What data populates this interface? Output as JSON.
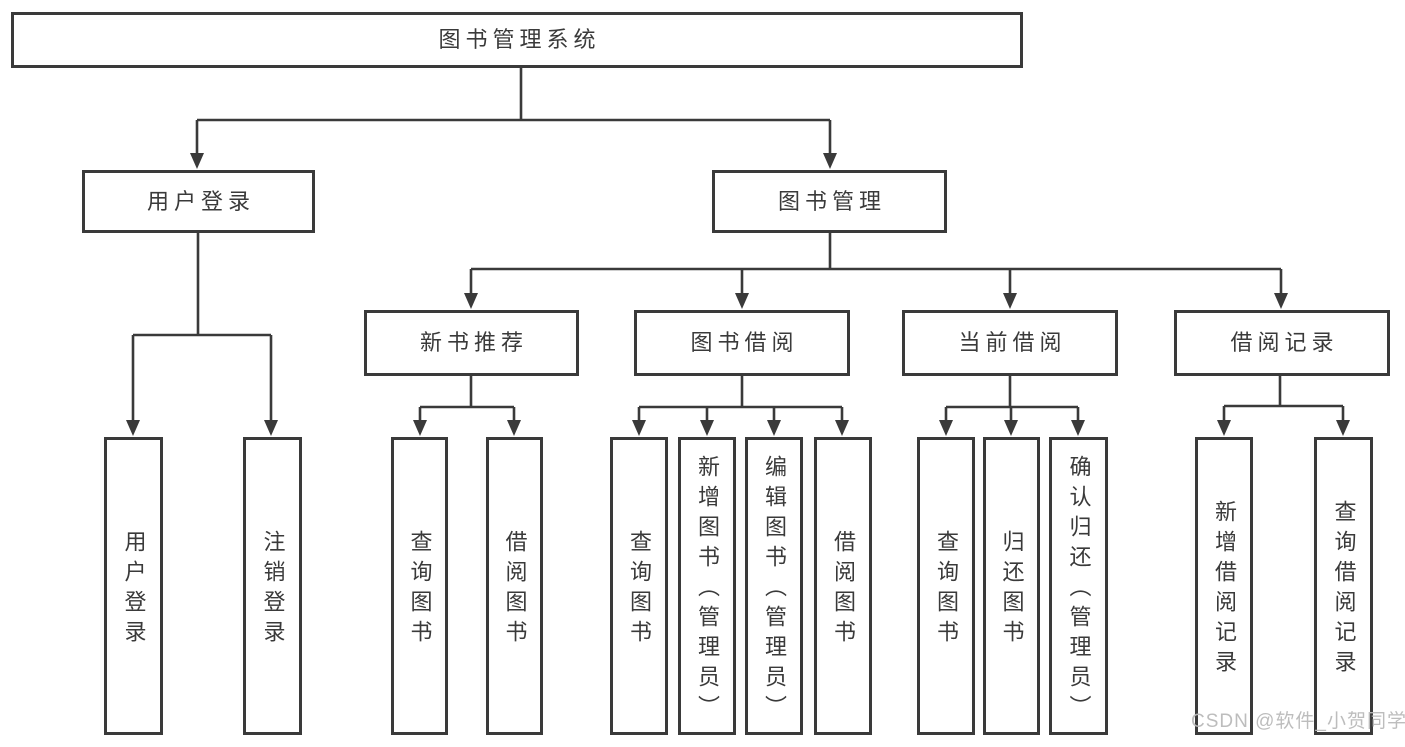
{
  "diagram": {
    "root": {
      "label": "图书管理系统"
    },
    "level2": [
      {
        "label": "用户登录"
      },
      {
        "label": "图书管理"
      }
    ],
    "level3": [
      {
        "label": "新书推荐"
      },
      {
        "label": "图书借阅"
      },
      {
        "label": "当前借阅"
      },
      {
        "label": "借阅记录"
      }
    ],
    "leaves": [
      {
        "label": "用户登录",
        "parent": "用户登录"
      },
      {
        "label": "注销登录",
        "parent": "用户登录"
      },
      {
        "label": "查询图书",
        "parent": "新书推荐"
      },
      {
        "label": "借阅图书",
        "parent": "新书推荐"
      },
      {
        "label": "查询图书",
        "parent": "图书借阅"
      },
      {
        "label": "新增图书（管理员）",
        "parent": "图书借阅"
      },
      {
        "label": "编辑图书（管理员）",
        "parent": "图书借阅"
      },
      {
        "label": "借阅图书",
        "parent": "图书借阅"
      },
      {
        "label": "查询图书",
        "parent": "当前借阅"
      },
      {
        "label": "归还图书",
        "parent": "当前借阅"
      },
      {
        "label": "确认归还（管理员）",
        "parent": "当前借阅"
      },
      {
        "label": "新增借阅记录",
        "parent": "借阅记录"
      },
      {
        "label": "查询借阅记录",
        "parent": "借阅记录"
      }
    ]
  },
  "watermark": {
    "text": "CSDN @软件_小贺同学"
  },
  "colors": {
    "line": "#3a3a3a",
    "text": "#3a3a3a",
    "box_background": "#ffffff",
    "page_background": "#ffffff",
    "watermark": "#b9b9b9"
  }
}
